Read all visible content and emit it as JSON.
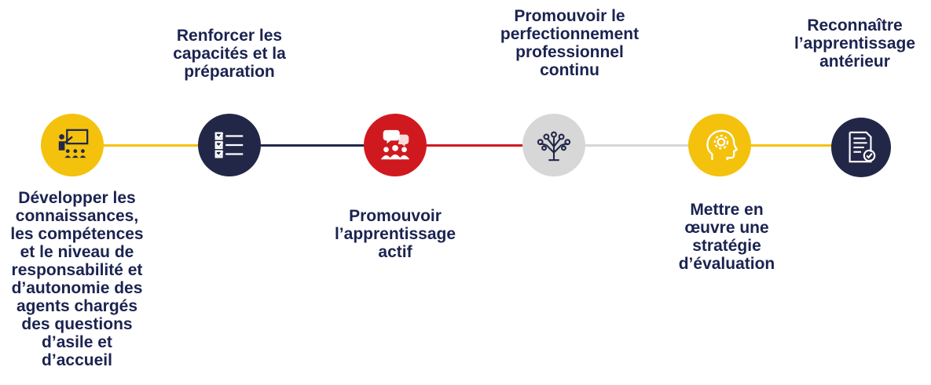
{
  "colors": {
    "navy": "#232747",
    "yellow": "#f4c20d",
    "red": "#d0191f",
    "grey": "#d7d7d7",
    "text": "#1b2350"
  },
  "steps": [
    {
      "label": "Développer les\nconnaissances,\nles compétences\net le niveau de\nresponsabilité et\nd’autonomie des\nagents chargés\ndes questions\nd’asile et\nd’accueil",
      "icon": "teacher-presentation-icon",
      "color": "yellow"
    },
    {
      "label": "Renforcer les\ncapacités et la\npréparation",
      "icon": "checklist-icon",
      "color": "navy"
    },
    {
      "label": "Promouvoir\nl’apprentissage\nactif",
      "icon": "discussion-group-icon",
      "color": "red"
    },
    {
      "label": "Promouvoir le\nperfectionnement\nprofessionnel\ncontinu",
      "icon": "growth-tree-icon",
      "color": "grey"
    },
    {
      "label": "Mettre en\nœuvre une\nstratégie\nd’évaluation",
      "icon": "head-gear-icon",
      "color": "yellow"
    },
    {
      "label": "Reconnaître\nl’apprentissage\nantérieur",
      "icon": "certified-document-icon",
      "color": "navy"
    }
  ]
}
